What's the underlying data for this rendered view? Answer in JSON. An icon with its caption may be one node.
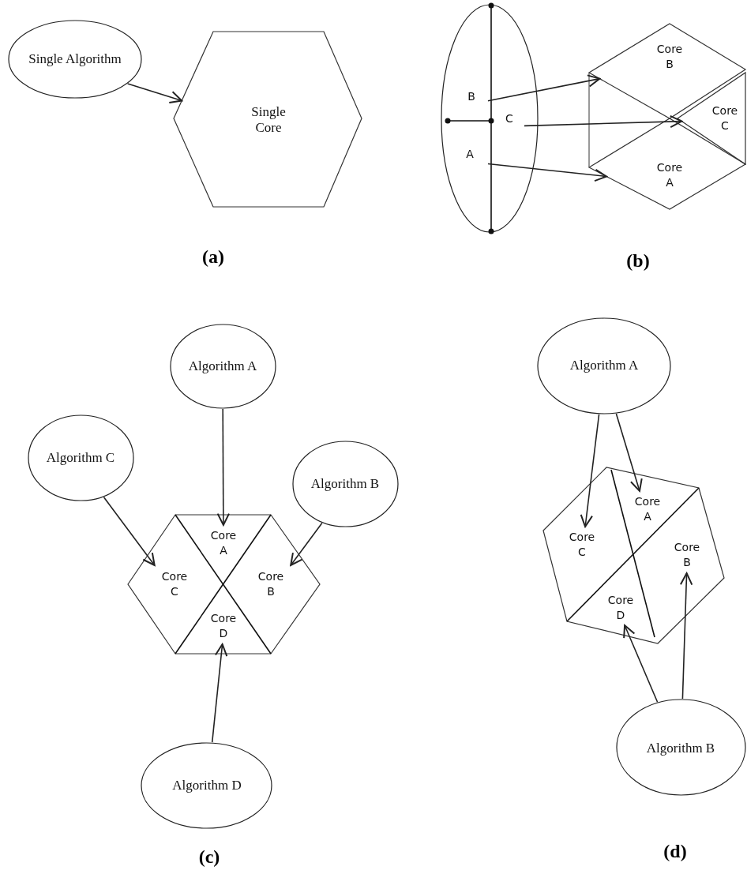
{
  "diagram": {
    "nodes": [
      {
        "text": [
          "Single Algorithm"
        ]
      },
      {
        "text": [
          "Single Core"
        ]
      },
      {
        "text": [],
        "shape": "ellipse"
      },
      {
        "text": [
          "B"
        ],
        "in": 2
      },
      {
        "text": [
          "A"
        ],
        "in": 2
      },
      {
        "text": [
          "C"
        ],
        "in": 2
      },
      {
        "text": [
          "Core B"
        ]
      },
      {
        "text": [
          "Core C"
        ]
      },
      {
        "text": [
          "Core A"
        ]
      },
      {
        "text": [
          "Algorithm A"
        ]
      },
      {
        "text": [
          "Algorithm C"
        ]
      },
      {
        "text": [
          "Algorithm B"
        ]
      },
      {
        "text": [],
        "shape": "hexagon"
      },
      {
        "text": [
          "Core A"
        ],
        "in": 12
      },
      {
        "text": [
          "Core C"
        ],
        "in": 12
      },
      {
        "text": [
          "Core B"
        ],
        "in": 12
      },
      {
        "text": [
          "Core D"
        ],
        "in": 12
      },
      {
        "text": [
          "Algorithm D"
        ]
      },
      {
        "text": [
          "Algorithm A"
        ]
      },
      {
        "text": [],
        "shape": "hexagon"
      },
      {
        "text": [
          "Core A"
        ],
        "in": 19
      },
      {
        "text": [
          "Core C"
        ],
        "in": 19
      },
      {
        "text": [
          "Core B"
        ],
        "in": 19
      },
      {
        "text": [
          "Core D"
        ],
        "in": 19
      },
      {
        "text": [
          "Algorithm B"
        ]
      }
    ],
    "edges": [
      {
        "from": 0,
        "to": 1,
        "arrow": "to"
      },
      {
        "from": 3,
        "to": 6,
        "arrow": "to"
      },
      {
        "from": 5,
        "to": 7,
        "arrow": "to"
      },
      {
        "from": 4,
        "to": 8,
        "arrow": "to"
      },
      {
        "from": 9,
        "to": 13,
        "arrow": "to"
      },
      {
        "from": 10,
        "to": 14,
        "arrow": "to"
      },
      {
        "from": 11,
        "to": 15,
        "arrow": "to"
      },
      {
        "from": 17,
        "to": 16,
        "arrow": "to"
      },
      {
        "from": 18,
        "to": 21,
        "arrow": "to"
      },
      {
        "from": 18,
        "to": 20,
        "arrow": "to"
      },
      {
        "from": 24,
        "to": 23,
        "arrow": "to"
      },
      {
        "from": 24,
        "to": 22,
        "arrow": "to"
      }
    ],
    "labels": [
      "(a)",
      "(b)",
      "(c)",
      "(d)"
    ]
  }
}
